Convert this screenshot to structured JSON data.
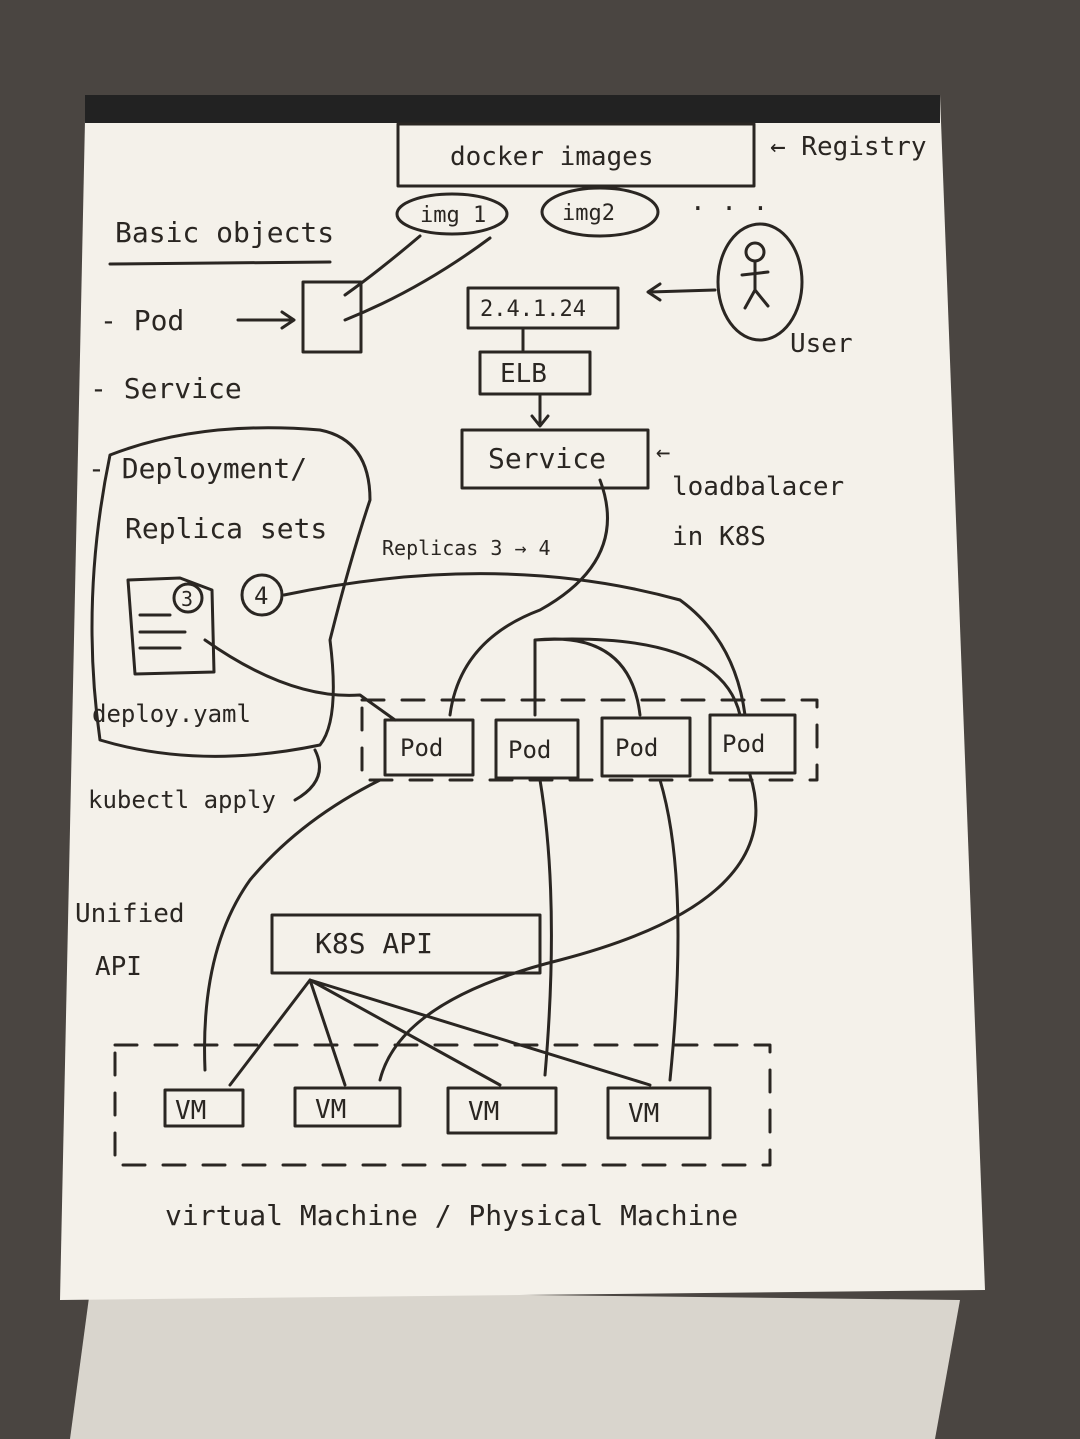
{
  "registry": {
    "box_label": "docker images",
    "side_label": "← Registry",
    "images": [
      "img 1",
      "img2"
    ],
    "more": ". . ."
  },
  "basic_objects": {
    "title": "Basic objects",
    "items": [
      "- Pod",
      "- Service",
      "- Deployment/",
      "Replica sets"
    ]
  },
  "user": {
    "label": "User"
  },
  "network": {
    "ip": "2.4.1.24",
    "elb": "ELB",
    "service": "Service",
    "lb_note_1": "loadbalacer",
    "lb_note_2": "in K8S"
  },
  "deployment": {
    "replicas_note": "Replicas 3 → 4",
    "old_count": "3",
    "new_count": "4",
    "file": "deploy.yaml",
    "command": "kubectl apply"
  },
  "pods": [
    "Pod",
    "Pod",
    "Pod",
    "Pod"
  ],
  "api": {
    "note_1": "Unified",
    "note_2": "API",
    "box_label": "K8S API"
  },
  "vms": [
    "VM",
    "VM",
    "VM",
    "VM"
  ],
  "footer": {
    "label": "virtual Machine / Physical Machine"
  },
  "colors": {
    "paper": "#f4f1ea",
    "ink": "#2a2622",
    "background": "#4a4541"
  }
}
